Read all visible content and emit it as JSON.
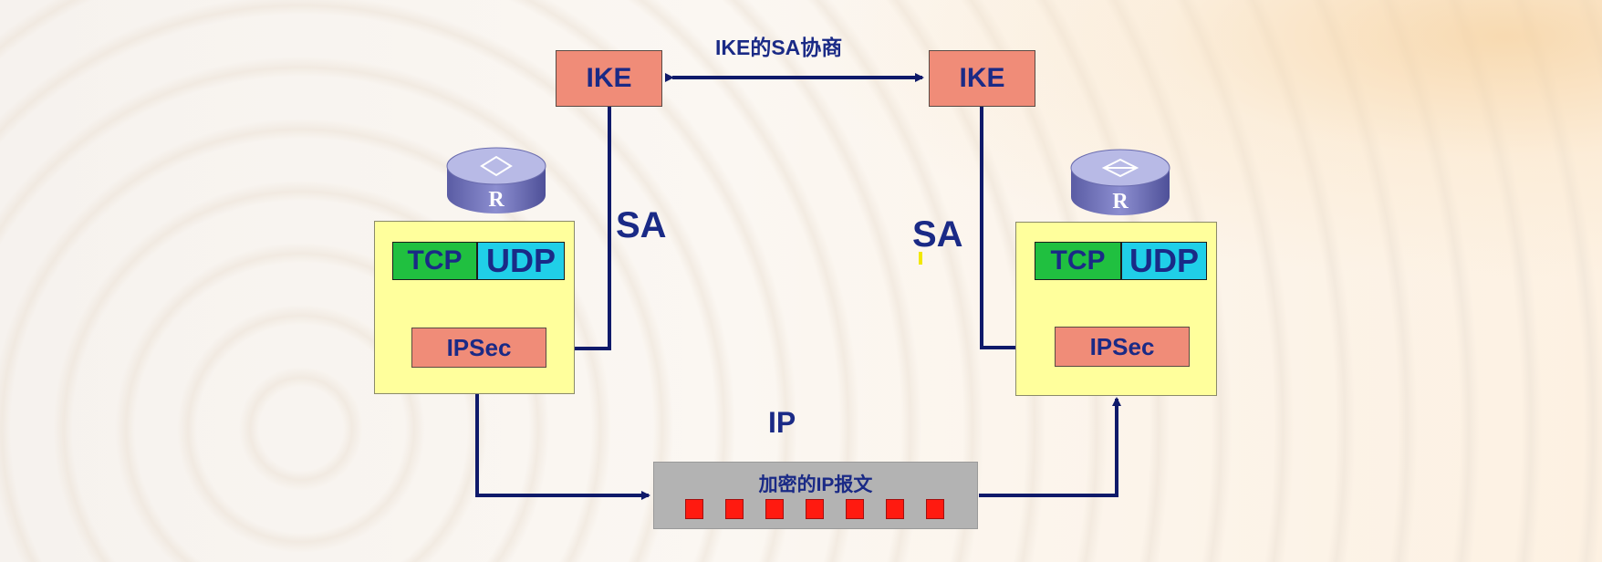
{
  "title": "IKE的SA协商",
  "ike_left": "IKE",
  "ike_right": "IKE",
  "sa_left": "SA",
  "sa_right": "SA",
  "left_host": {
    "tcp": "TCP",
    "udp": "UDP",
    "ipsec": "IPSec",
    "router_label": "R"
  },
  "right_host": {
    "tcp": "TCP",
    "udp": "UDP",
    "ipsec": "IPSec",
    "router_label": "R"
  },
  "ip_label": "IP",
  "packet": {
    "label": "加密的IP报文",
    "blocks": 7
  },
  "colors": {
    "ike_box": "#f08c78",
    "host_box": "#ffff9c",
    "tcp": "#20c040",
    "udp": "#20cfe8",
    "text": "#1a2a86",
    "arrow": "#0f1a6a",
    "packet": "#b3b3b3",
    "packet_block": "#ff1a10"
  }
}
